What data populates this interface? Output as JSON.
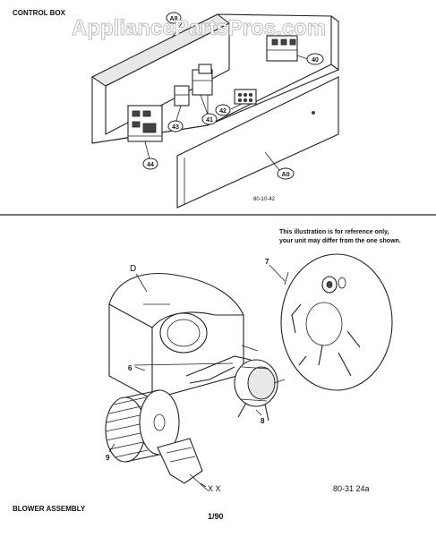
{
  "watermark": "AppliancePartsPros.com",
  "top_section": {
    "title": "CONTROL BOX",
    "figure_code": "80-10-42",
    "callouts": [
      "A8",
      "40",
      "41",
      "42",
      "43",
      "44",
      "A0"
    ]
  },
  "bottom_section": {
    "title": "BLOWER ASSEMBLY",
    "note_line1": "This illustration is for reference only,",
    "note_line2": "your unit may differ from the one shown.",
    "figure_code": "80-31 24a",
    "labels": [
      "D",
      "6",
      "7",
      "8",
      "9",
      "X X"
    ]
  },
  "page_number": "1/90",
  "colors": {
    "line": "#222222",
    "watermark": "#bdbdbd",
    "background": "#ffffff"
  }
}
